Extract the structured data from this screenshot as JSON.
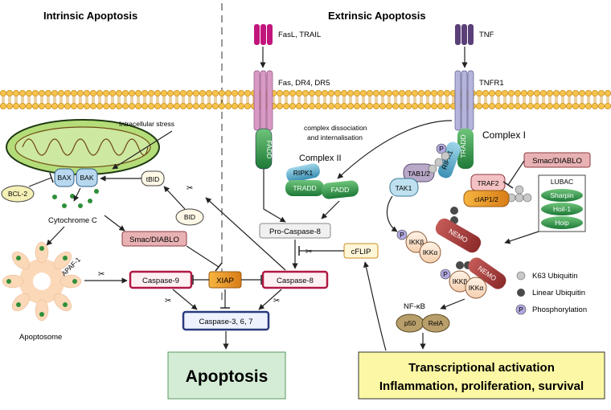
{
  "titles": {
    "intrinsic": "Intrinsic Apoptosis",
    "extrinsic": "Extrinsic Apoptosis"
  },
  "ligands": {
    "fas_trail": "FasL, TRAIL",
    "tnf": "TNF"
  },
  "receptors": {
    "fas_dr": "Fas, DR4, DR5",
    "tnfr1": "TNFR1"
  },
  "labels": {
    "intracellular_stress": "Intracellular stress",
    "complex_dissociation": "complex dissociation",
    "and_internalisation": "and internalisation",
    "complex_ii": "Complex II",
    "complex_i": "Complex I",
    "cytochrome_c": "Cytochrome C",
    "apoptosome": "Apoptosome",
    "lubac": "LUBAC",
    "nfkb": "NF-κB"
  },
  "proteins": {
    "fadd": "FADD",
    "tradd": "TRADD",
    "ripk1": "RIPK1",
    "bax": "BAX",
    "bak": "BAK",
    "bcl2": "BCL-2",
    "tbid": "tBID",
    "bid": "BID",
    "smac": "Smac/DIABLO",
    "apaf1": "APAF-1",
    "caspase9": "Caspase-9",
    "xiap": "XIAP",
    "caspase8": "Caspase-8",
    "caspase367": "Caspase-3, 6, 7",
    "pro_caspase8": "Pro-Caspase-8",
    "cflip": "cFLIP",
    "tab12": "TAB1/2",
    "tak1": "TAK1",
    "traf2": "TRAF2",
    "ciap12": "cIAP1/2",
    "sharpin": "Sharpin",
    "hoil1": "Hoil-1",
    "hoip": "Hoip",
    "nemo": "NEMO",
    "ikkb": "IKKβ",
    "ikka": "IKKα",
    "p50": "p50",
    "rela": "RelA",
    "p": "P"
  },
  "legend": {
    "k63": "K63 Ubiquitin",
    "linear": "Linear Ubiquitin",
    "phos": "Phosphorylation"
  },
  "outcomes": {
    "apoptosis": "Apoptosis",
    "tx_line1": "Transcriptional activation",
    "tx_line2": "Inflammation, proliferation, survival"
  }
}
